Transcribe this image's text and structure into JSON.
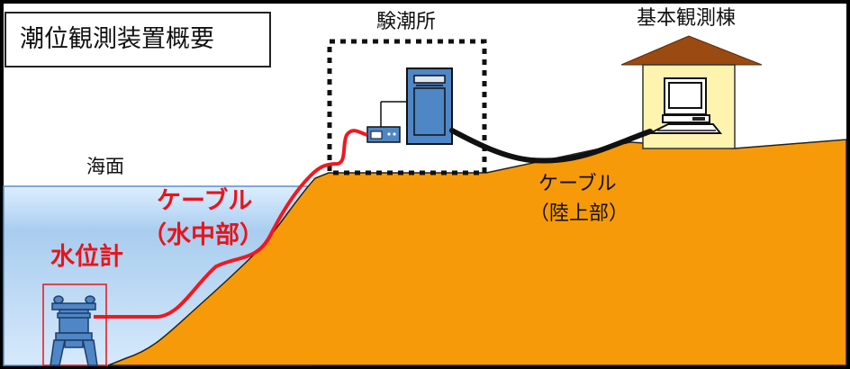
{
  "title": "潮位観測装置概要",
  "labels": {
    "tide_station": "験潮所",
    "main_building": "基本観測棟",
    "sea_surface": "海面",
    "cable_underwater_line1": "ケーブル",
    "cable_underwater_line2": "（水中部）",
    "water_level_gauge": "水位計",
    "cable_land_line1": "ケーブル",
    "cable_land_line2": "（陸上部）"
  },
  "colors": {
    "sea": "#a9cdef",
    "ground": "#f79a0a",
    "underwater_cable": "#f01820",
    "land_cable": "#111111",
    "roof": "#9b4a12",
    "house_wall": "#fff3b0",
    "equipment": "#4f86c6"
  },
  "icons": [
    "water-level-gauge-icon",
    "logger-box-icon",
    "data-cabinet-icon",
    "computer-icon",
    "house-icon"
  ]
}
